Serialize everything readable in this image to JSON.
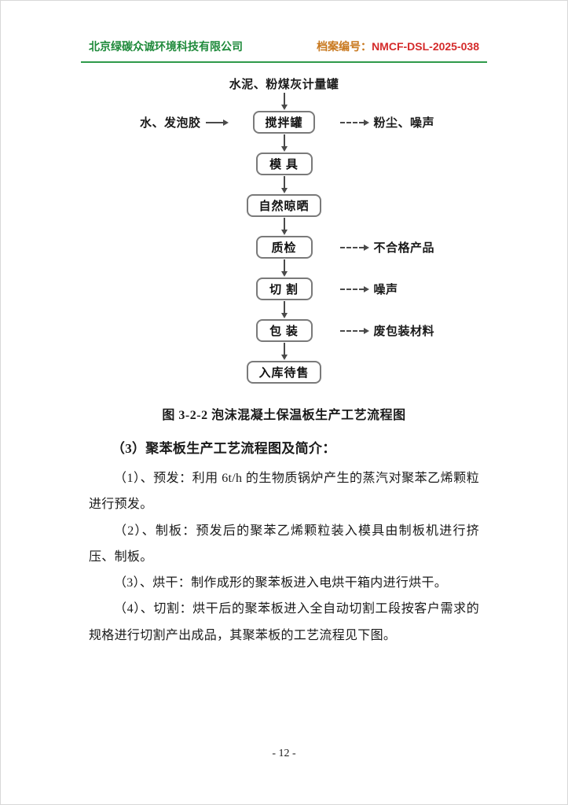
{
  "header": {
    "company": "北京绿碳众诚环境科技有限公司",
    "archive_label": "档案编号：",
    "archive_number": "NMCF-DSL-2025-038"
  },
  "colors": {
    "company_green": "#1f8a3b",
    "archive_label_orange": "#c8781e",
    "archive_number_red": "#d42a2a",
    "header_line_green": "#2f9a4a"
  },
  "flowchart": {
    "top_input": "水泥、粉煤灰计量罐",
    "left_input": "水、发泡胶",
    "nodes": [
      {
        "label": "搅拌罐",
        "side": "粉尘、噪声"
      },
      {
        "label": "模 具",
        "side": ""
      },
      {
        "label": "自然晾晒",
        "side": ""
      },
      {
        "label": "质检",
        "side": "不合格产品"
      },
      {
        "label": "切 割",
        "side": "噪声"
      },
      {
        "label": "包 装",
        "side": "废包装材料"
      },
      {
        "label": "入库待售",
        "side": ""
      }
    ],
    "caption": "图 3-2-2 泡沫混凝土保温板生产工艺流程图"
  },
  "content": {
    "heading": "（3）聚苯板生产工艺流程图及简介：",
    "paragraphs": [
      "（1）、预发：利用 6t/h 的生物质锅炉产生的蒸汽对聚苯乙烯颗粒进行预发。",
      "（2）、制板：预发后的聚苯乙烯颗粒装入模具由制板机进行挤压、制板。",
      "（3）、烘干：制作成形的聚苯板进入电烘干箱内进行烘干。",
      "（4）、切割：烘干后的聚苯板进入全自动切割工段按客户需求的规格进行切割产出成品，其聚苯板的工艺流程见下图。"
    ]
  },
  "footer": {
    "page_number": "- 12 -"
  }
}
